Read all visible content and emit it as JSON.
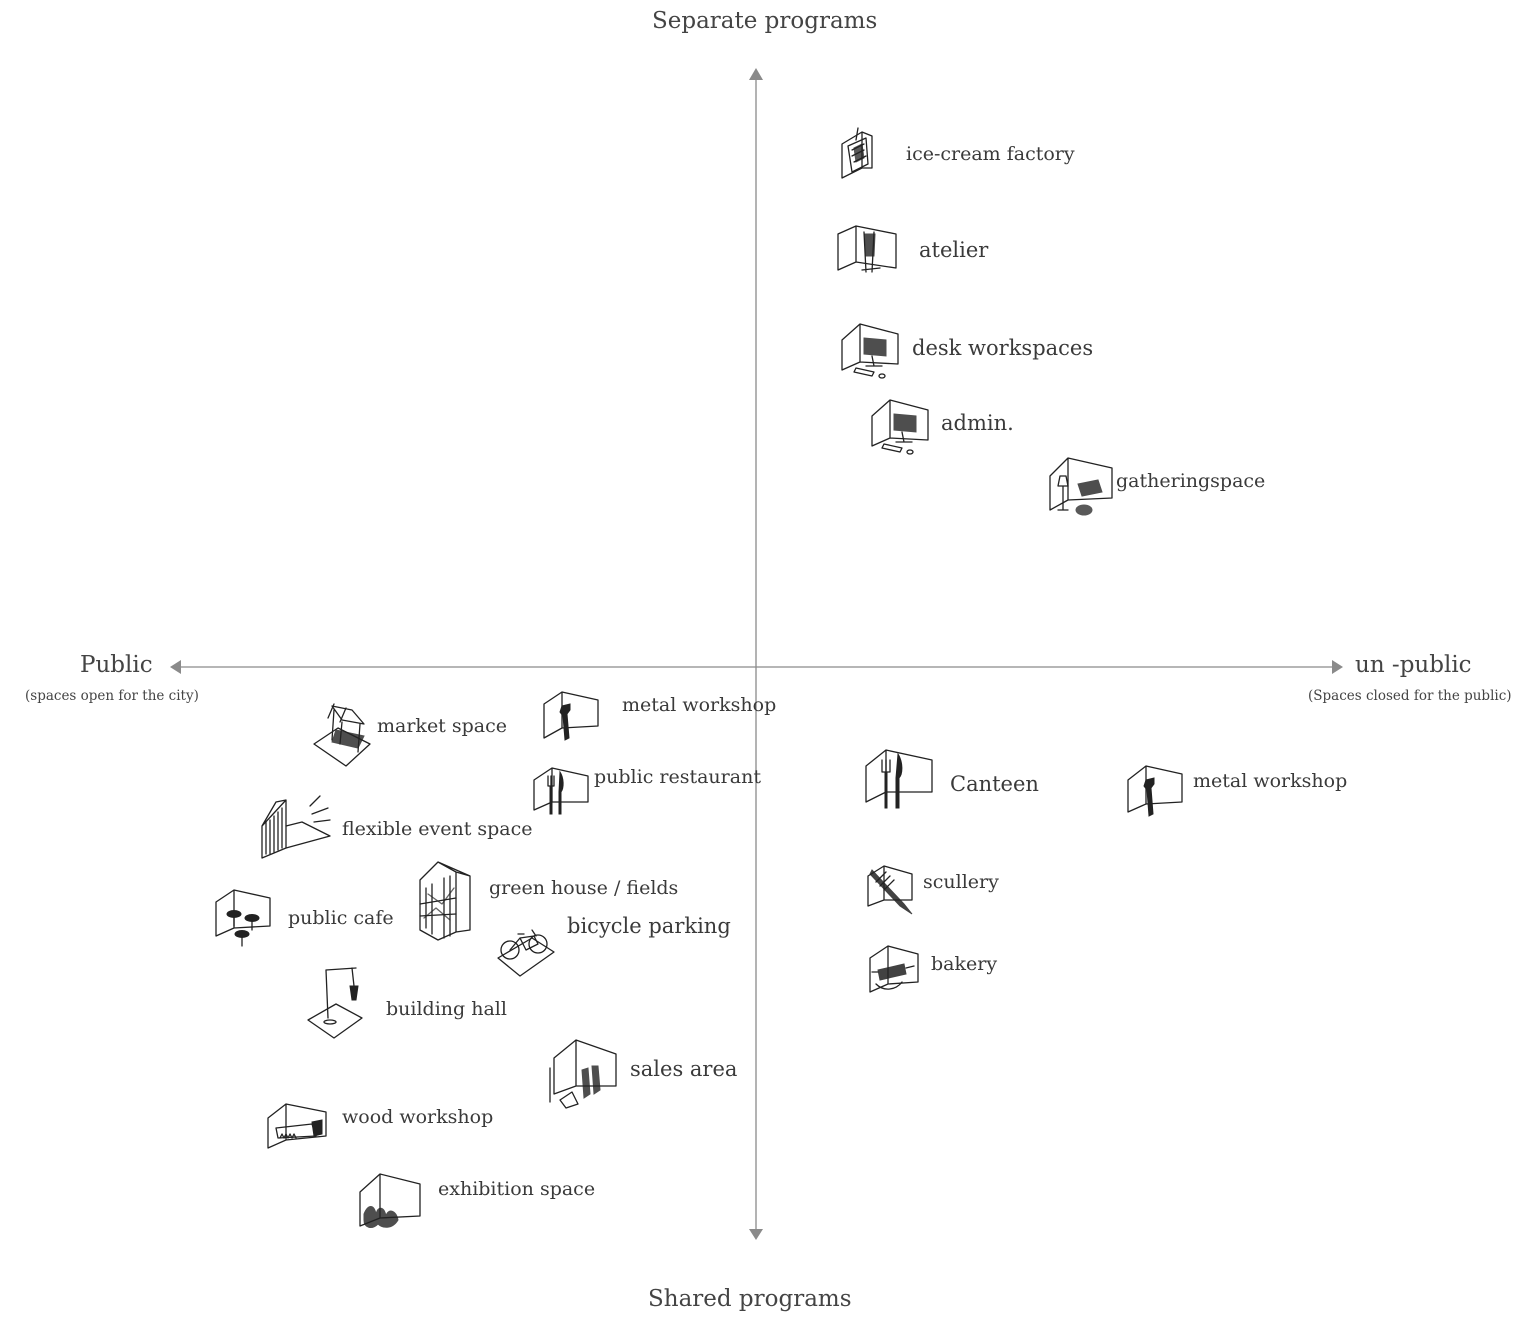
{
  "axes": {
    "top": "Separate programs",
    "bottom": "Shared programs",
    "left": {
      "title": "Public",
      "subtitle": "(spaces open for the city)"
    },
    "right": {
      "title": "un -public",
      "subtitle": "(Spaces closed for the public)"
    }
  },
  "programs": {
    "ice_cream_factory": {
      "label": "ice-cream factory",
      "icon": "ice-cream-machine-icon"
    },
    "atelier": {
      "label": "atelier",
      "icon": "easel-icon"
    },
    "desk_workspaces": {
      "label": "desk workspaces",
      "icon": "computer-desk-icon"
    },
    "admin": {
      "label": "admin.",
      "icon": "computer-desk-icon"
    },
    "gatheringspace": {
      "label": "gatheringspace",
      "icon": "lounge-icon"
    },
    "metal_workshop_public": {
      "label": "metal workshop",
      "icon": "wrench-icon"
    },
    "market_space": {
      "label": "market space",
      "icon": "market-stall-icon"
    },
    "public_restaurant": {
      "label": "public restaurant",
      "icon": "cutlery-icon"
    },
    "flexible_event_space": {
      "label": "flexible event space",
      "icon": "stage-icon"
    },
    "green_house": {
      "label": "green house / fields",
      "icon": "greenhouse-icon"
    },
    "public_cafe": {
      "label": "public cafe",
      "icon": "cafe-tables-icon"
    },
    "bicycle_parking": {
      "label": "bicycle parking",
      "icon": "bicycle-icon"
    },
    "building_hall": {
      "label": "building hall",
      "icon": "crane-icon"
    },
    "sales_area": {
      "label": "sales area",
      "icon": "shop-rack-icon"
    },
    "wood_workshop": {
      "label": "wood workshop",
      "icon": "saw-icon"
    },
    "exhibition_space": {
      "label": "exhibition space",
      "icon": "sculpture-icon"
    },
    "canteen": {
      "label": "Canteen",
      "icon": "cutlery-icon"
    },
    "metal_workshop_private": {
      "label": "metal workshop",
      "icon": "wrench-icon"
    },
    "scullery": {
      "label": "scullery",
      "icon": "dish-brush-icon"
    },
    "bakery": {
      "label": "bakery",
      "icon": "rolling-pin-icon"
    }
  }
}
